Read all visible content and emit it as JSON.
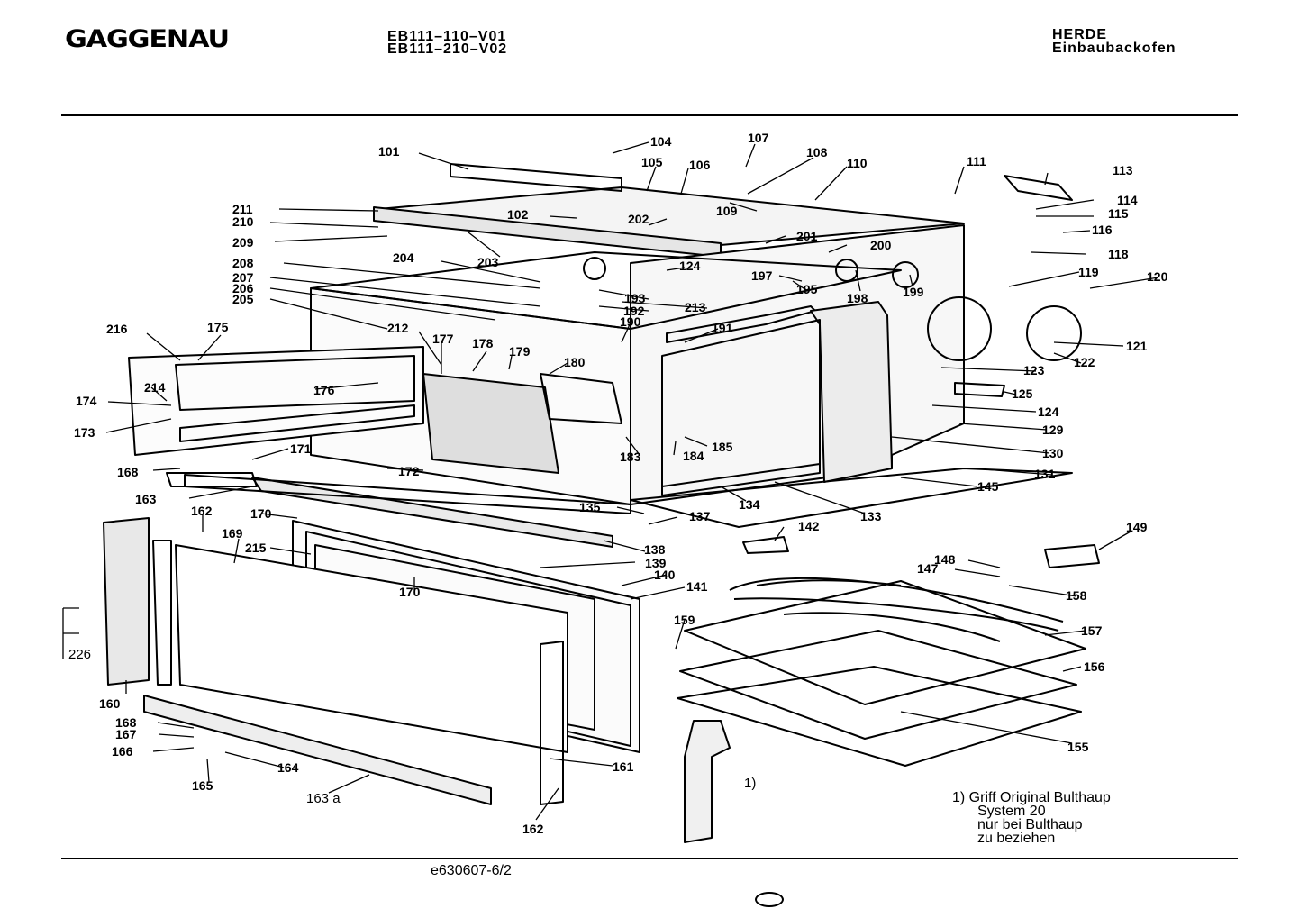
{
  "header": {
    "brand": "GAGGENAU",
    "models": [
      "EB111–110–V01",
      "EB111–210–V02"
    ],
    "category": "HERDE",
    "subcategory": "Einbaubackofen"
  },
  "diagram": {
    "footnote_marker": "1)",
    "labels": [
      "101",
      "104",
      "107",
      "105",
      "106",
      "108",
      "110",
      "111",
      "113",
      "211",
      "102",
      "202",
      "109",
      "114",
      "115",
      "210",
      "201",
      "116",
      "209",
      "200",
      "203",
      "118",
      "204",
      "124",
      "208",
      "197",
      "119",
      "120",
      "207",
      "206",
      "195",
      "205",
      "193",
      "198",
      "199",
      "213",
      "192",
      "216",
      "175",
      "190",
      "191",
      "212",
      "177",
      "178",
      "179",
      "121",
      "180",
      "122",
      "123",
      "214",
      "174",
      "176",
      "125",
      "124",
      "173",
      "129",
      "185",
      "171",
      "183",
      "184",
      "130",
      "168",
      "172",
      "131",
      "145",
      "163",
      "134",
      "135",
      "133",
      "137",
      "162",
      "170",
      "142",
      "149",
      "169",
      "138",
      "215",
      "139",
      "148",
      "140",
      "147",
      "170",
      "141",
      "158",
      "159",
      "157",
      "226",
      "156",
      "160",
      "168",
      "167",
      "155",
      "166",
      "161",
      "164",
      "165",
      "163 a",
      "162"
    ]
  },
  "note": {
    "lines": [
      "1) Griff Original Bulthaup",
      "System 20",
      "nur bei Bulthaup",
      "zu beziehen"
    ]
  },
  "footer": {
    "doc_code": "e630607-6/2"
  }
}
